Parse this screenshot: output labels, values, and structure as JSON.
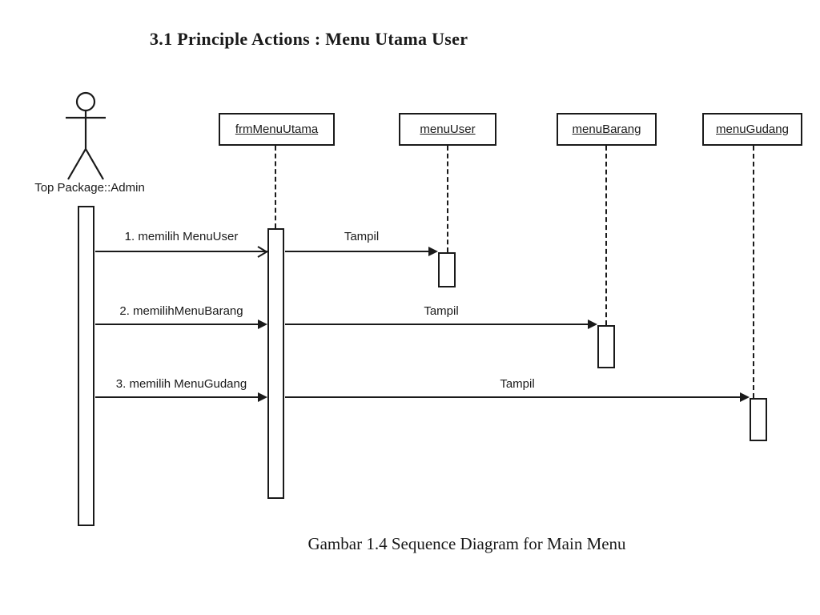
{
  "page": {
    "title": "3.1 Principle Actions : Menu Utama User",
    "caption": "Gambar 1.4 Sequence Diagram for Main Menu"
  },
  "diagram": {
    "type": "uml-sequence-diagram",
    "actor": {
      "name": "Top Package::Admin"
    },
    "lifelines": [
      {
        "name": "frmMenuUtama"
      },
      {
        "name": "menuUser"
      },
      {
        "name": "menuBarang"
      },
      {
        "name": "menuGudang"
      }
    ],
    "messages": [
      {
        "label": "1. memilih MenuUser",
        "from": "Top Package::Admin",
        "to": "frmMenuUtama",
        "arrowhead": "open"
      },
      {
        "label": "Tampil",
        "from": "frmMenuUtama",
        "to": "menuUser",
        "arrowhead": "filled"
      },
      {
        "label": "2. memilihMenuBarang",
        "from": "Top Package::Admin",
        "to": "frmMenuUtama",
        "arrowhead": "filled"
      },
      {
        "label": "Tampil",
        "from": "frmMenuUtama",
        "to": "menuBarang",
        "arrowhead": "filled"
      },
      {
        "label": "3. memilih MenuGudang",
        "from": "Top Package::Admin",
        "to": "frmMenuUtama",
        "arrowhead": "filled"
      },
      {
        "label": "Tampil",
        "from": "frmMenuUtama",
        "to": "menuGudang",
        "arrowhead": "filled"
      }
    ],
    "colors": {
      "ink": "#1a1a1a",
      "background": "#ffffff"
    }
  }
}
